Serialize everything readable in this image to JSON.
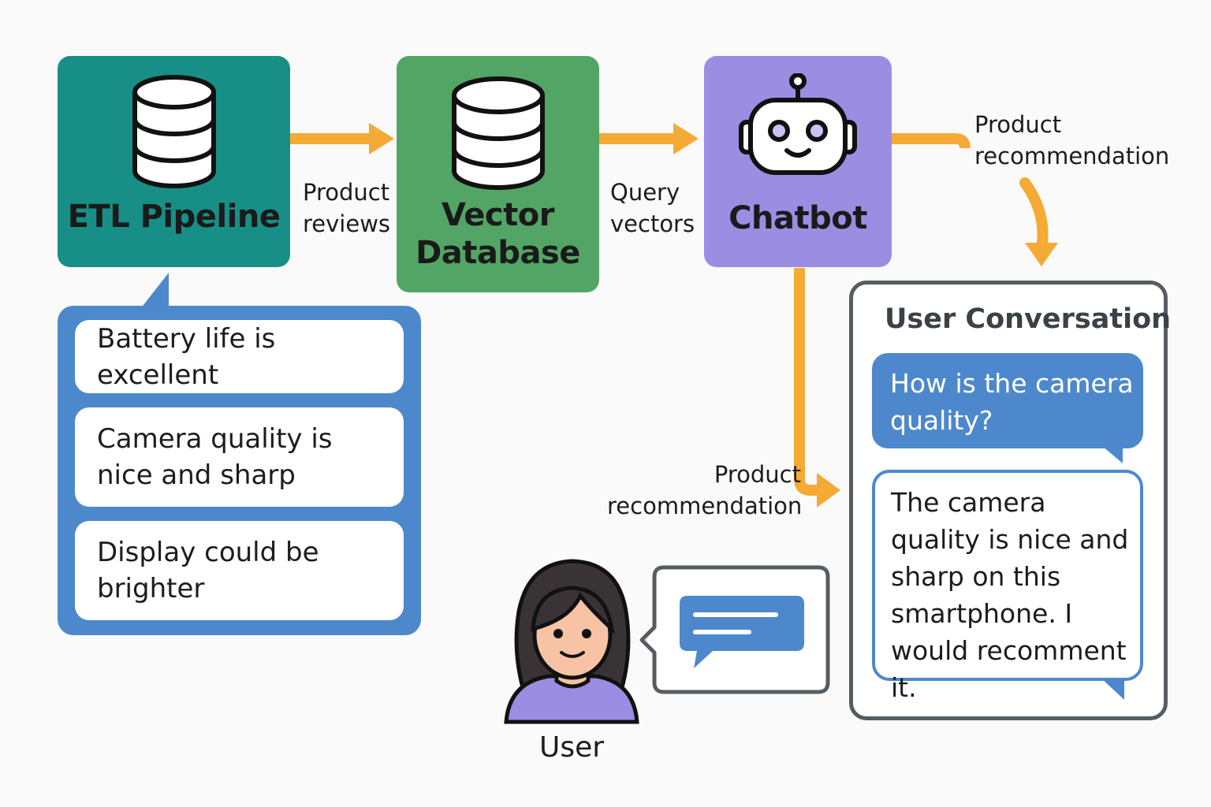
{
  "nodes": {
    "etl": {
      "label": "ETL Pipeline",
      "icon": "database-icon",
      "color": "#178f87"
    },
    "vector_db": {
      "label_line1": "Vector",
      "label_line2": "Database",
      "icon": "database-icon",
      "color": "#53a565"
    },
    "chatbot": {
      "label": "Chatbot",
      "icon": "robot-icon",
      "color": "#9b8de2"
    }
  },
  "edges": {
    "etl_to_db": {
      "line1": "Product",
      "line2": "reviews"
    },
    "db_to_chatbot": {
      "line1": "Query",
      "line2": "vectors"
    },
    "chatbot_to_conversation": {
      "line1": "Product",
      "line2": "recommendation"
    },
    "chatbot_to_user": {
      "line1": "Product",
      "line2": "recommendation"
    }
  },
  "reviews": [
    "Battery life is excellent",
    "Camera quality is nice and sharp",
    "Display could be brighter"
  ],
  "conversation": {
    "title": "User Conversation",
    "user_message": "How is the camera quality?",
    "bot_reply": "The camera quality is nice and sharp on this smartphone. I would recomment it."
  },
  "user": {
    "label": "User",
    "icon": "user-avatar-icon",
    "chat_icon": "chat-bubble-icon"
  },
  "colors": {
    "arrow": "#f5aa35",
    "panel_blue": "#4d88cc",
    "border_gray": "#555d63"
  }
}
